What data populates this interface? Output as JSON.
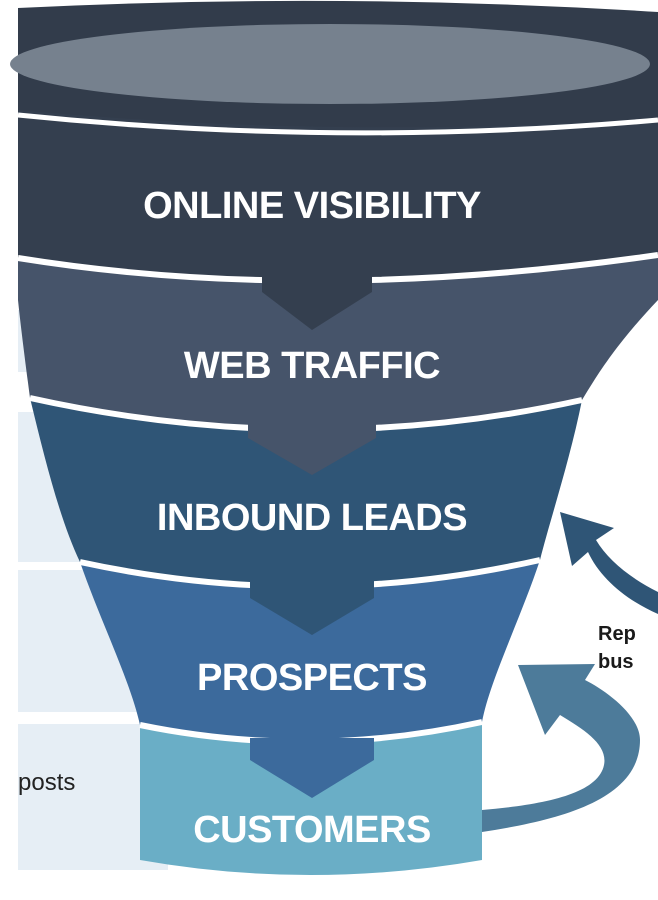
{
  "funnel": {
    "stages": [
      {
        "label": "ONLINE VISIBILITY",
        "color": "#343f4f"
      },
      {
        "label": "WEB TRAFFIC",
        "color": "#46546a"
      },
      {
        "label": "INBOUND LEADS",
        "color": "#2f5576"
      },
      {
        "label": "PROSPECTS",
        "color": "#3c6a9c"
      },
      {
        "label": "CUSTOMERS",
        "color": "#6aaec6"
      }
    ],
    "rim_color": "#323c4b",
    "rim_inner_color": "#76818e"
  },
  "side_panel": {
    "fragment_text": "posts",
    "colors": {
      "row": "#e6eef5",
      "divider": "#ffffff"
    }
  },
  "right_annotation": {
    "line1": "Rep",
    "line2": "bus",
    "arrow_color": "#4d7b9a"
  }
}
